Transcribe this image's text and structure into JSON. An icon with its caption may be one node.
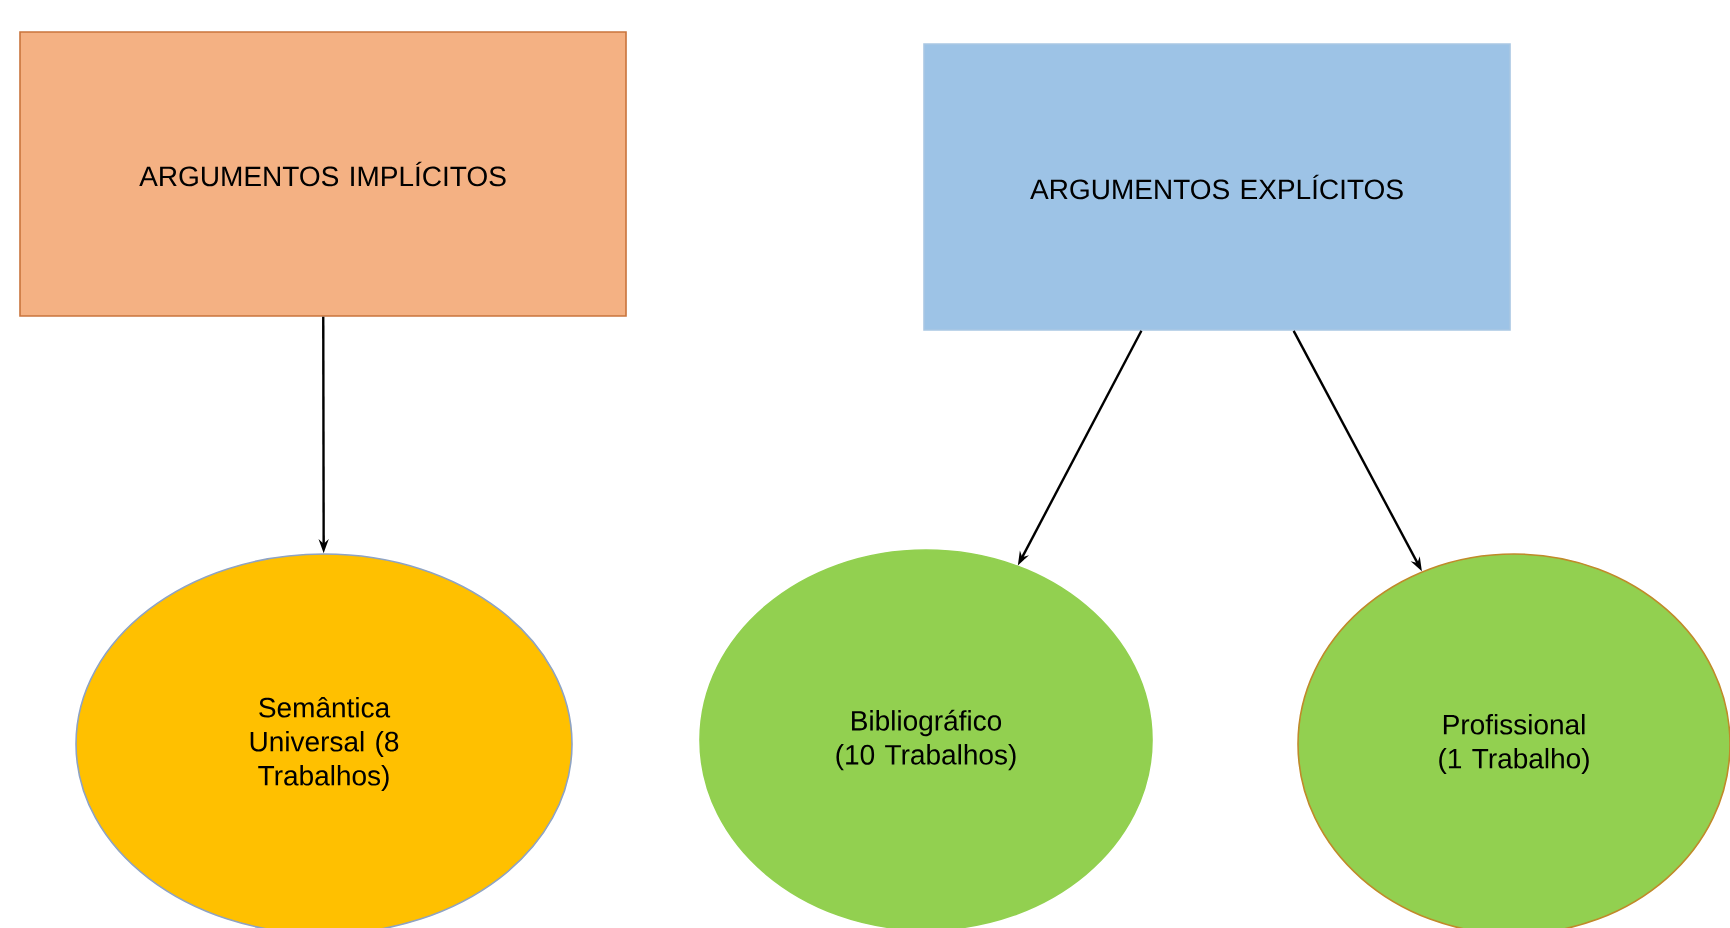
{
  "diagram": {
    "nodes": [
      {
        "text": [
          "ARGUMENTOS IMPLÍCITOS"
        ]
      },
      {
        "text": [
          "ARGUMENTOS EXPLÍCITOS"
        ]
      },
      {
        "text": [
          "Semântica Universal (8 Trabalhos)"
        ]
      },
      {
        "text": [
          "Bibliográfico (10 Trabalhos)"
        ]
      },
      {
        "text": [
          "Profissional (1 Trabalho)"
        ]
      }
    ],
    "edges": [
      {
        "from": 0,
        "to": 2,
        "arrow": "to"
      },
      {
        "from": 1,
        "to": 3,
        "arrow": "to"
      },
      {
        "from": 1,
        "to": 4,
        "arrow": "to"
      }
    ]
  }
}
